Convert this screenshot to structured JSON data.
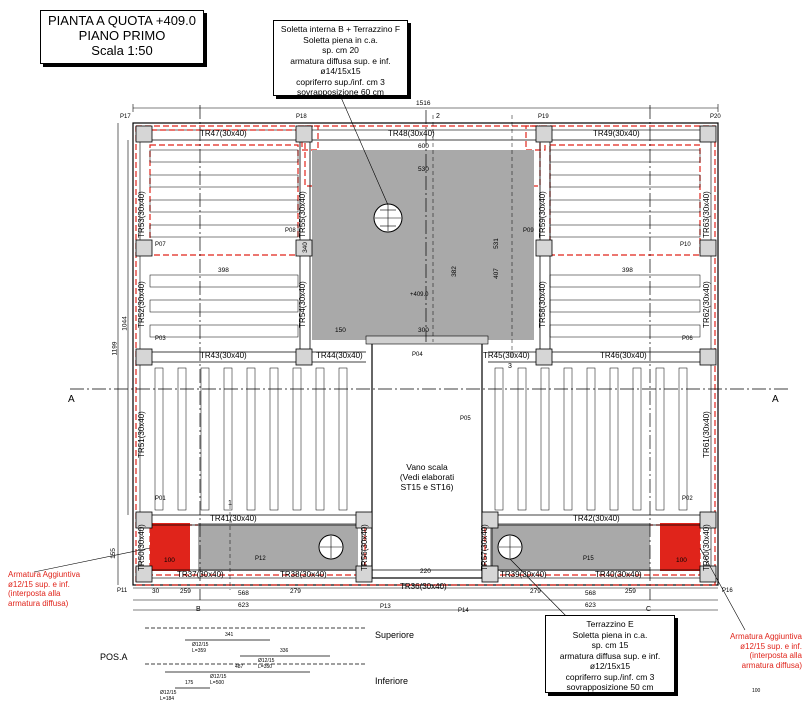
{
  "title": {
    "line1": "PIANTA A QUOTA +409.0",
    "line2": "PIANO PRIMO",
    "line3": "Scala 1:50"
  },
  "note_top": {
    "lines": [
      "Soletta interna B + Terrazzino F",
      "Soletta piena in c.a.",
      "sp. cm 20",
      "armatura diffusa sup. e inf.",
      "ø14/15x15",
      "copriferro sup./inf. cm 3",
      "sovrapposizione 60 cm"
    ]
  },
  "note_bottom": {
    "lines": [
      "Terrazzino E",
      "Soletta piena in c.a.",
      "sp. cm 15",
      "armatura diffusa sup. e inf.",
      "ø12/15x15",
      "copriferro sup./inf. cm 3",
      "sovrapposizione 50 cm"
    ]
  },
  "armatura_left": {
    "lines": [
      "Armatura Aggiuntiva",
      "ø12/15 sup. e inf.",
      "(interposta alla",
      "armatura diffusa)"
    ]
  },
  "armatura_right": {
    "lines": [
      "Armatura Aggiuntiva",
      "ø12/15 sup. e inf.",
      "(interposta alla",
      "armatura diffusa)"
    ]
  },
  "vano_scala": {
    "lines": [
      "Vano scala",
      "(Vedi elaborati",
      "ST15 e ST16)"
    ]
  },
  "beams": {
    "TR47": "TR47(30x40)",
    "TR48": "TR48(30x40)",
    "TR49": "TR49(30x40)",
    "TR43": "TR43(30x40)",
    "TR44": "TR44(30x40)",
    "TR45": "TR45(30x40)",
    "TR46": "TR46(30x40)",
    "TR41": "TR41(30x40)",
    "TR42": "TR42(30x40)",
    "TR37": "TR37(30x40)",
    "TR38": "TR38(30x40)",
    "TR39": "TR39(30x40)",
    "TR40": "TR40(30x40)",
    "TR36": "TR36(30x40)",
    "TR53": "TR53(30x40)",
    "TR52": "TR52(30x40)",
    "TR51": "TR51(30x40)",
    "TR50": "TR50(30x40)",
    "TR55": "TR55(30x40)",
    "TR54": "TR54(30x40)",
    "TR56": "TR56(30x40)",
    "TR59": "TR59(30x40)",
    "TR58": "TR58(30x40)",
    "TR57": "TR57(30x40)",
    "TR63": "TR63(30x40)",
    "TR62": "TR62(30x40)",
    "TR61": "TR61(30x40)",
    "TR60": "TR60(30x40)"
  },
  "dims": {
    "total_width": "1516",
    "total_height": "1199",
    "height_inner": "1044",
    "bottom_155": "155",
    "d600": "600",
    "d530": "530",
    "d398a": "398",
    "d398b": "398",
    "d300": "300",
    "d150": "150",
    "d568a": "568",
    "d568b": "568",
    "d623a": "623",
    "d623b": "623",
    "d259a": "259",
    "d279a": "279",
    "d259b": "259",
    "d279b": "279",
    "d220": "220",
    "d100a": "100",
    "d100b": "100",
    "d30": "30",
    "d340": "340",
    "d382": "382",
    "d531": "531",
    "d407": "407"
  },
  "pillars": [
    "P17",
    "P18",
    "P19",
    "P20",
    "P07",
    "P08",
    "P09",
    "P10",
    "P03",
    "P04",
    "P05",
    "P06",
    "P01",
    "P02",
    "P12",
    "P15",
    "P11",
    "P16",
    "P13",
    "P14"
  ],
  "section_marks": {
    "A_left": "A",
    "A_right": "A",
    "B": "B",
    "C": "C",
    "s1": "1",
    "s2": "2",
    "s3": "3"
  },
  "level": "+409.0",
  "posa": {
    "label": "POS.A",
    "superiore": "Superiore",
    "inferiore": "Inferiore",
    "bars": [
      "Ø12/15 L=359",
      "Ø12/15 L=350",
      "Ø12/15 L=500",
      "Ø12/15 L=184"
    ],
    "dims": [
      "341",
      "336",
      "487",
      "175"
    ]
  },
  "scale_note": "100",
  "colors": {
    "red": "#e0241b",
    "gray": "#a6a6a6",
    "light": "#e8e8e8"
  }
}
